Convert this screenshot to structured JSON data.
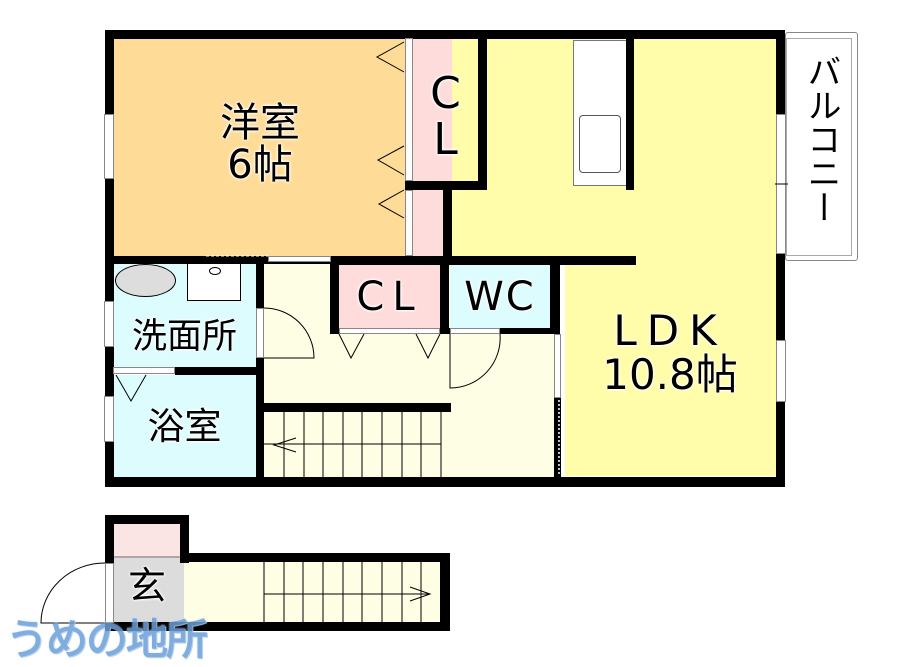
{
  "floorplan": {
    "rooms": {
      "western_room": {
        "name": "洋室",
        "size": "6帖",
        "color": "#fedc98"
      },
      "closet_top": {
        "name_c": "C",
        "name_l": "L",
        "color": "#fedcdc"
      },
      "ldk": {
        "name": "LDK",
        "size": "10.8帖",
        "color": "#fffcaa"
      },
      "balcony": {
        "name": "バルコニー"
      },
      "closet_mid": {
        "name": "CL",
        "color": "#fedcdc"
      },
      "wc": {
        "name": "WC",
        "color": "#dcfcfe"
      },
      "washroom": {
        "name": "洗面所",
        "color": "#dcfcfe"
      },
      "bathroom": {
        "name": "浴室",
        "color": "#dcfcfe"
      },
      "hallway": {
        "color": "#fefee4"
      },
      "entrance": {
        "name": "玄",
        "color": "#dcdcdc"
      },
      "entrance_storage": {
        "color": "#fbe4e4"
      }
    },
    "watermark": "うめの地所"
  }
}
